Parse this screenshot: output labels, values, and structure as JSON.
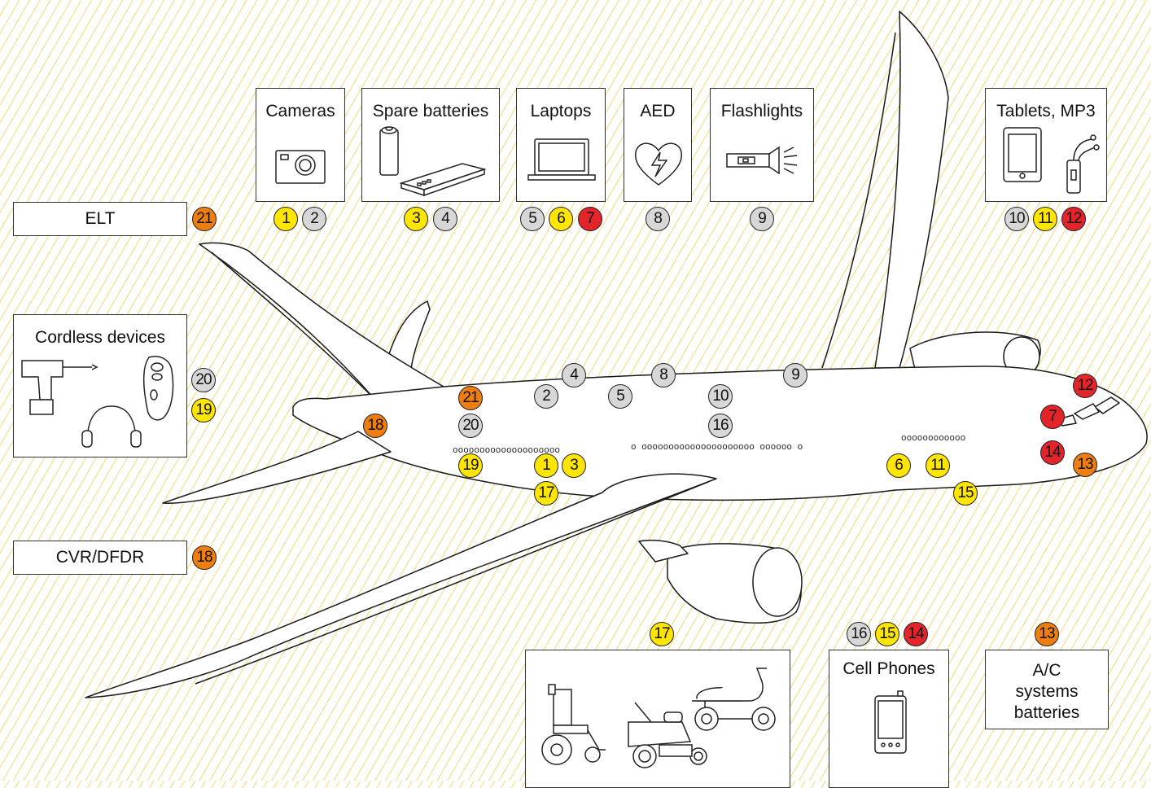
{
  "colors": {
    "gray": "#d7d7d7",
    "yellow": "#ffe600",
    "red": "#e3242b",
    "orange": "#ee7d12",
    "stripes": "#f3d879"
  },
  "boxes": {
    "cameras": "Cameras",
    "spare_batteries": "Spare batteries",
    "laptops": "Laptops",
    "aed": "AED",
    "flashlights": "Flashlights",
    "tablets": "Tablets, MP3",
    "elt": "ELT",
    "cordless": "Cordless devices",
    "cvr": "CVR/DFDR",
    "cell_phones": "Cell Phones",
    "ac_line1": "A/C",
    "ac_line2": "systems",
    "ac_line3": "batteries"
  },
  "legend_badges": {
    "cameras": [
      "1",
      "2"
    ],
    "spare_batteries": [
      "3",
      "4"
    ],
    "laptops": [
      "5",
      "6",
      "7"
    ],
    "aed": [
      "8"
    ],
    "flashlights": [
      "9"
    ],
    "tablets": [
      "10",
      "11",
      "12"
    ],
    "elt": [
      "21"
    ],
    "cordless": [
      "20",
      "19"
    ],
    "cvr": [
      "18"
    ],
    "mobility": [
      "17"
    ],
    "cell_phones": [
      "16",
      "15",
      "14"
    ],
    "ac_systems": [
      "13"
    ]
  },
  "plane_markers": {
    "m4": "4",
    "m8": "8",
    "m9": "9",
    "m2": "2",
    "m5": "5",
    "m10": "10",
    "m21": "21",
    "m20": "20",
    "m16": "16",
    "m18": "18",
    "m19": "19",
    "m1": "1",
    "m3": "3",
    "m17": "17",
    "m6": "6",
    "m11": "11",
    "m15": "15",
    "m12": "12",
    "m7": "7",
    "m14": "14",
    "m13": "13"
  },
  "windows": {
    "rear": "oooooooooooooooooooo",
    "mid": "o ooooooooooooooooooooo oooooo o",
    "front": "oooooooooooo"
  }
}
